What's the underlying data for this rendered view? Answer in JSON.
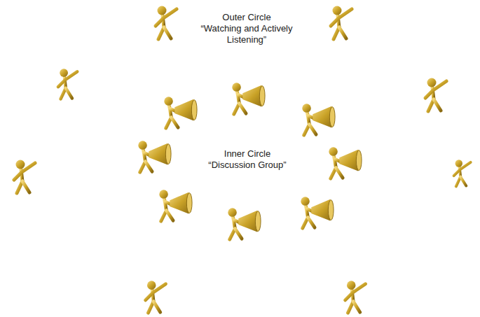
{
  "diagram": {
    "nodes": [
      {
        "text": [
          "Outer Circle",
          "“Watching and Actively Listening”"
        ]
      },
      {
        "text": [
          "Inner Circle",
          "“Discussion Group”"
        ],
        "in": 0
      }
    ]
  }
}
